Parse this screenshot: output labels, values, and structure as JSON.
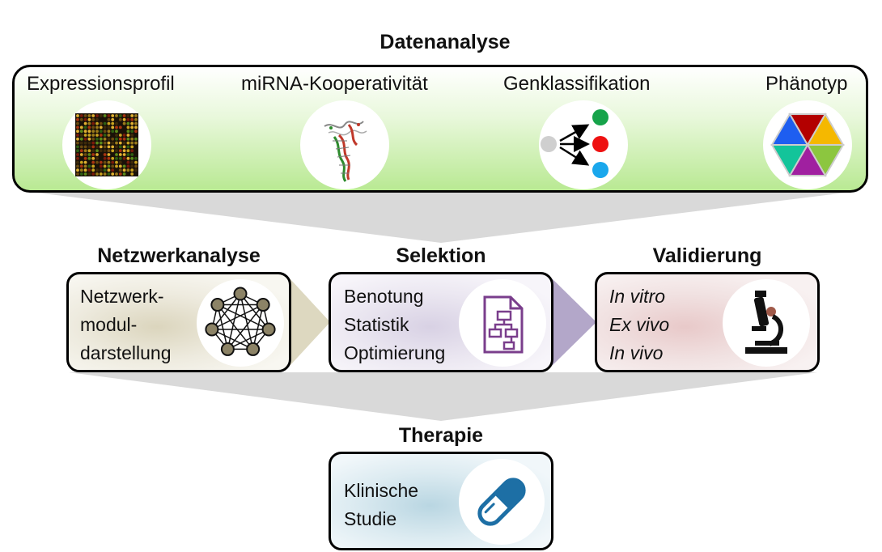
{
  "data_analysis": {
    "title": "Datenanalyse",
    "items": [
      {
        "label": "Expressionsprofil",
        "icon": "microarray-icon"
      },
      {
        "label": "miRNA-Kooperativität",
        "icon": "rna-structure-icon"
      },
      {
        "label": "Genklassifikation",
        "icon": "classification-arrows-icon"
      },
      {
        "label": "Phänotyp",
        "icon": "hexagon-triangles-icon"
      }
    ]
  },
  "stages": [
    {
      "title": "Netzwerkanalyse",
      "lines": [
        "Netzwerk-",
        "modul-",
        "darstellung"
      ],
      "icon": "network-graph-icon",
      "color": "#8c8366"
    },
    {
      "title": "Selektion",
      "lines": [
        "Benotung",
        "Statistik",
        "Optimierung"
      ],
      "icon": "flowchart-document-icon",
      "color": "#7a3e8c"
    },
    {
      "title": "Validierung",
      "lines": [
        "In vitro",
        "Ex vivo",
        "In vivo"
      ],
      "icon": "microscope-icon",
      "color": "#8b1a1a"
    }
  ],
  "therapy": {
    "title": "Therapie",
    "lines": [
      "Klinische",
      "Studie"
    ],
    "icon": "capsule-icon",
    "color": "#1d6fa5"
  }
}
